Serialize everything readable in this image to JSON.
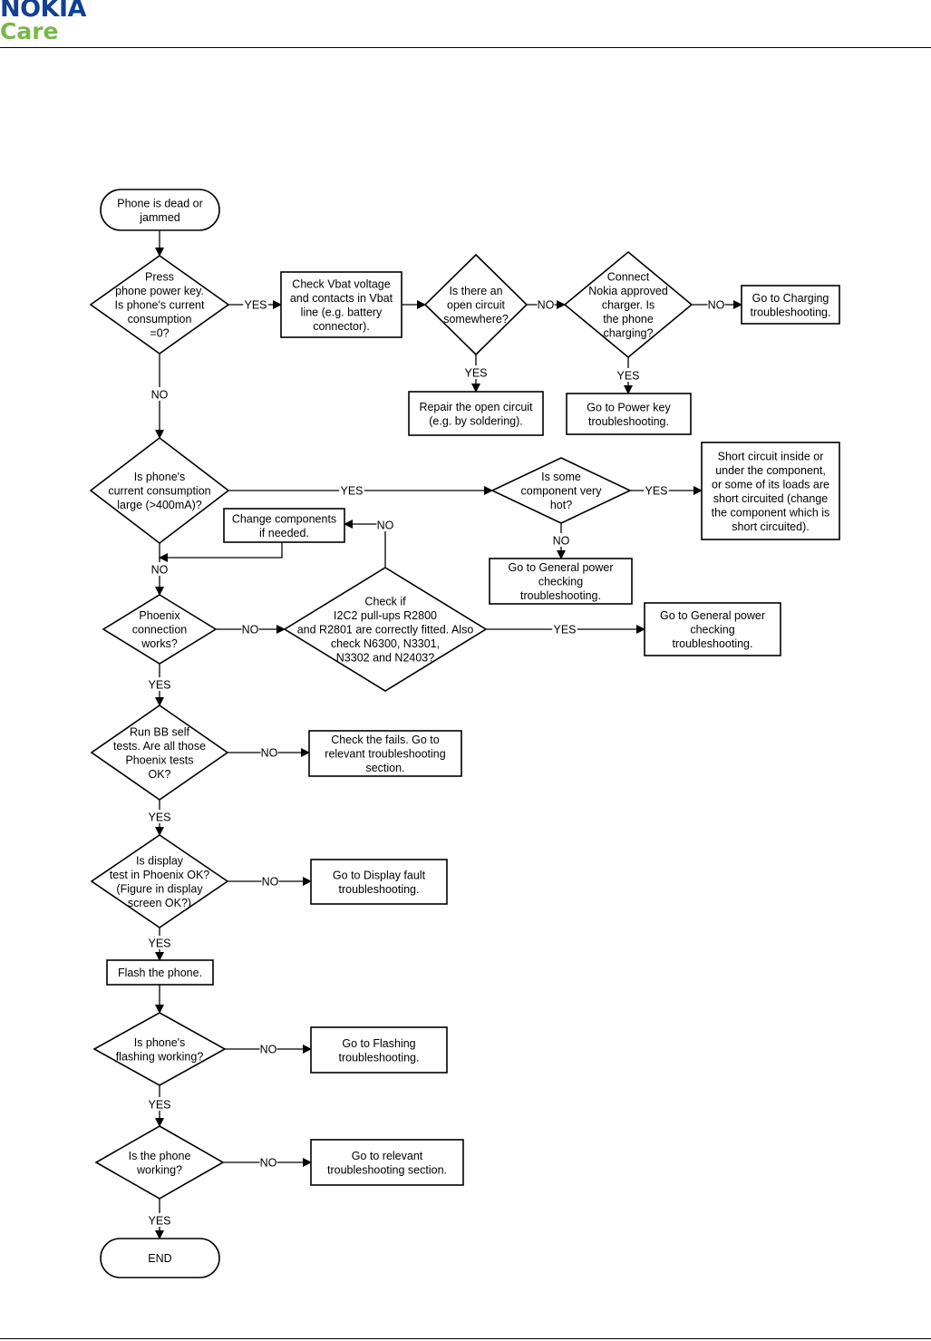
{
  "header": {
    "brand": "NOKIA",
    "subbrand": "Care"
  },
  "flowchart": {
    "start": [
      "Phone is dead or",
      "jammed"
    ],
    "q_power_key": [
      "Press",
      "phone power key.",
      "Is phone's current",
      "consumption",
      "=0?"
    ],
    "check_vbat": [
      "Check Vbat voltage",
      "and contacts in Vbat",
      "line (e.g. battery",
      "connector)."
    ],
    "q_open_circuit": [
      "Is there an",
      "open circuit",
      "somewhere?"
    ],
    "q_charger": [
      "Connect",
      "Nokia approved",
      "charger. Is",
      "the phone",
      "charging?"
    ],
    "goto_charging": [
      "Go to Charging",
      "troubleshooting."
    ],
    "repair_open": [
      "Repair the open circuit",
      "(e.g. by soldering)."
    ],
    "goto_power_key": [
      "Go to Power key",
      "troubleshooting."
    ],
    "q_large_current": [
      "Is phone's",
      "current consumption",
      "large (>400mA)?"
    ],
    "q_component_hot": [
      "Is some",
      "component very",
      "hot?"
    ],
    "short_circuit": [
      "Short circuit inside or",
      "under the component,",
      "or some of its loads are",
      "short circuited (change",
      "the component which is",
      "short circuited)."
    ],
    "change_components": [
      "Change components",
      "if needed."
    ],
    "goto_general_power_1": [
      "Go to General power",
      "checking",
      "troubleshooting."
    ],
    "q_phoenix": [
      "Phoenix",
      "connection",
      "works?"
    ],
    "q_i2c": [
      "Check if",
      "I2C2 pull-ups R2800",
      "and R2801 are correctly fitted. Also",
      "check N6300, N3301,",
      "N3302 and N2403?"
    ],
    "goto_general_power_2": [
      "Go to General power",
      "checking",
      "troubleshooting."
    ],
    "q_bb_self": [
      "Run BB self",
      "tests. Are all those",
      "Phoenix tests",
      "OK?"
    ],
    "check_fails": [
      "Check the fails. Go to",
      "relevant troubleshooting",
      "section."
    ],
    "q_display": [
      "Is display",
      "test in Phoenix OK?",
      "(Figure in display",
      "screen OK?)"
    ],
    "goto_display": [
      "Go to Display fault",
      "troubleshooting."
    ],
    "flash_phone": [
      "Flash the phone."
    ],
    "q_flashing": [
      "Is phone's",
      "flashing working?"
    ],
    "goto_flashing": [
      "Go to Flashing",
      "troubleshooting."
    ],
    "q_working": [
      "Is the phone",
      "working?"
    ],
    "goto_relevant": [
      "Go to relevant",
      "troubleshooting section."
    ],
    "end": [
      "END"
    ],
    "labels": {
      "yes_vbat": "YES",
      "no_open": "NO",
      "no_charger": "NO",
      "yes_open": "YES",
      "yes_charger": "YES",
      "no_power": "NO",
      "yes_large": "YES",
      "yes_hot": "YES",
      "no_hot": "NO",
      "no_i2c": "NO",
      "no_large": "NO",
      "no_phoenix": "NO",
      "yes_i2c": "YES",
      "yes_phoenix": "YES",
      "no_bb": "NO",
      "yes_bb": "YES",
      "no_display": "NO",
      "yes_display": "YES",
      "no_flashing": "NO",
      "yes_flashing": "YES",
      "no_working": "NO",
      "yes_working": "YES"
    }
  }
}
